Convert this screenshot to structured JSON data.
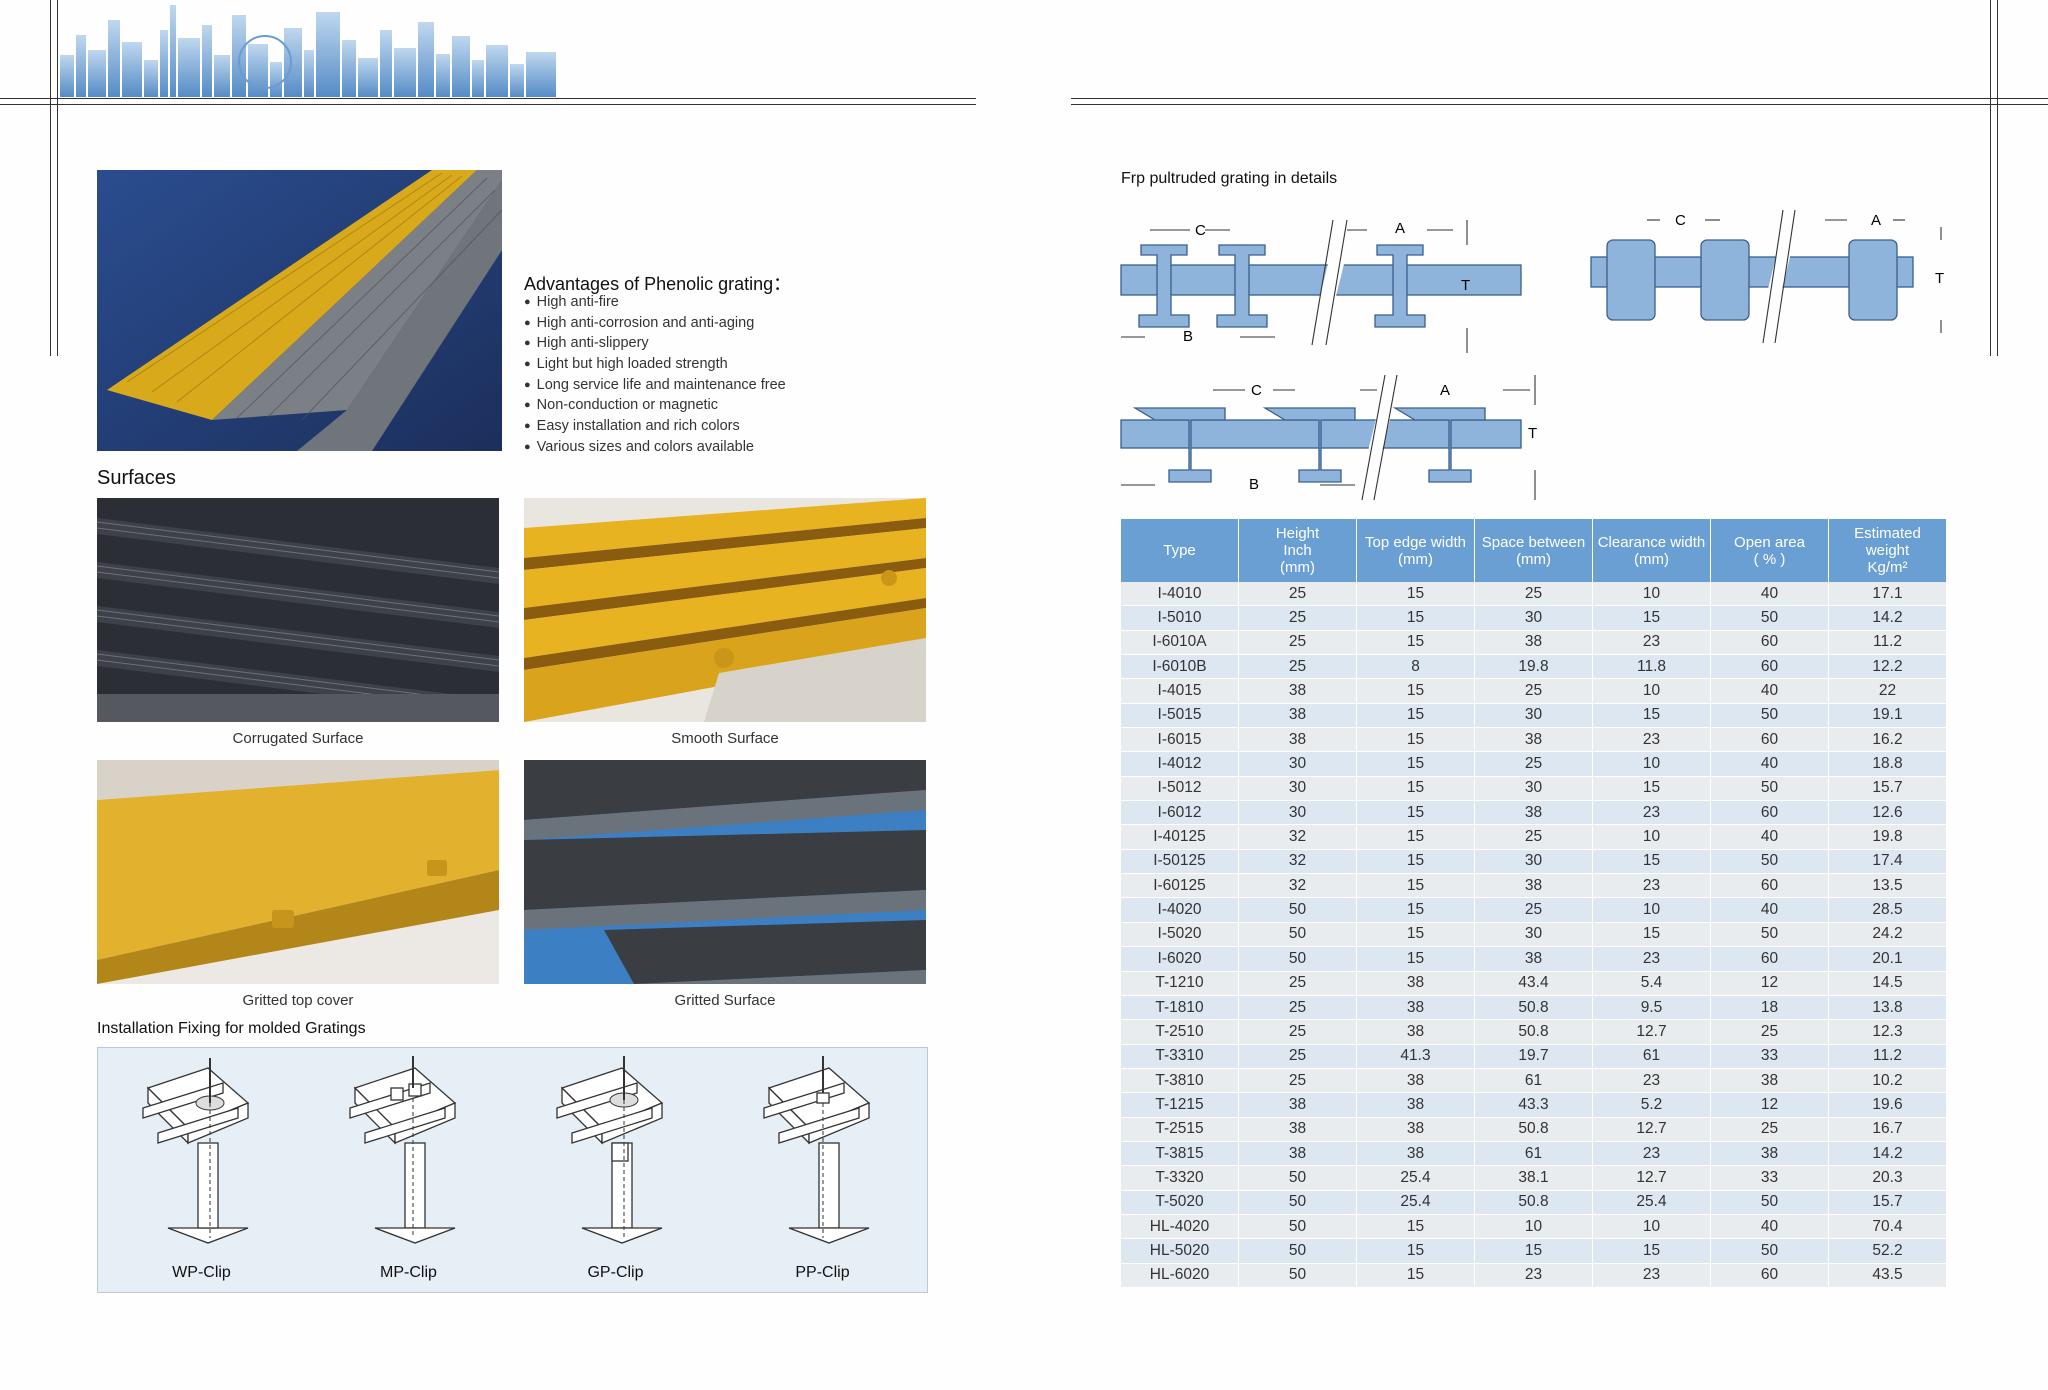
{
  "advantages": {
    "title": "Advantages of Phenolic grating：",
    "items": [
      "High anti-fire",
      "High anti-corrosion and anti-aging",
      "High anti-slippery",
      "Light but high loaded strength",
      "Long service life and maintenance free",
      "Non-conduction or magnetic",
      "Easy installation and rich colors",
      "Various sizes and colors available"
    ]
  },
  "surfaces": {
    "heading": "Surfaces",
    "items": [
      {
        "caption": "Corrugated Surface"
      },
      {
        "caption": "Smooth Surface"
      },
      {
        "caption": "Gritted top  cover"
      },
      {
        "caption": "Gritted Surface"
      }
    ]
  },
  "installation": {
    "heading": "Installation Fixing for molded Gratings",
    "clips": [
      {
        "prefix": "WP",
        "suffix": "-Clip"
      },
      {
        "prefix": "MP",
        "suffix": "-Clip"
      },
      {
        "prefix": "GP",
        "suffix": "-Clip"
      },
      {
        "prefix": "PP",
        "suffix": "-Clip"
      }
    ]
  },
  "details": {
    "heading": "Frp pultruded grating in details",
    "labels": {
      "c": "C",
      "a": "A",
      "b": "B",
      "t": "T"
    }
  },
  "table": {
    "headers": [
      [
        "Type"
      ],
      [
        "Height",
        "Inch",
        "(mm)"
      ],
      [
        "Top edge width",
        "(mm)"
      ],
      [
        "Space between",
        "(mm)"
      ],
      [
        "Clearance width",
        "(mm)"
      ],
      [
        "Open area",
        "( % )"
      ],
      [
        "Estimated",
        "weight",
        "Kg/m²"
      ]
    ],
    "rows": [
      [
        "I-4010",
        "25",
        "15",
        "25",
        "10",
        "40",
        "17.1"
      ],
      [
        "I-5010",
        "25",
        "15",
        "30",
        "15",
        "50",
        "14.2"
      ],
      [
        "I-6010A",
        "25",
        "15",
        "38",
        "23",
        "60",
        "11.2"
      ],
      [
        "I-6010B",
        "25",
        "8",
        "19.8",
        "11.8",
        "60",
        "12.2"
      ],
      [
        "I-4015",
        "38",
        "15",
        "25",
        "10",
        "40",
        "22"
      ],
      [
        "I-5015",
        "38",
        "15",
        "30",
        "15",
        "50",
        "19.1"
      ],
      [
        "I-6015",
        "38",
        "15",
        "38",
        "23",
        "60",
        "16.2"
      ],
      [
        "I-4012",
        "30",
        "15",
        "25",
        "10",
        "40",
        "18.8"
      ],
      [
        "I-5012",
        "30",
        "15",
        "30",
        "15",
        "50",
        "15.7"
      ],
      [
        "I-6012",
        "30",
        "15",
        "38",
        "23",
        "60",
        "12.6"
      ],
      [
        "I-40125",
        "32",
        "15",
        "25",
        "10",
        "40",
        "19.8"
      ],
      [
        "I-50125",
        "32",
        "15",
        "30",
        "15",
        "50",
        "17.4"
      ],
      [
        "I-60125",
        "32",
        "15",
        "38",
        "23",
        "60",
        "13.5"
      ],
      [
        "I-4020",
        "50",
        "15",
        "25",
        "10",
        "40",
        "28.5"
      ],
      [
        "I-5020",
        "50",
        "15",
        "30",
        "15",
        "50",
        "24.2"
      ],
      [
        "I-6020",
        "50",
        "15",
        "38",
        "23",
        "60",
        "20.1"
      ],
      [
        "T-1210",
        "25",
        "38",
        "43.4",
        "5.4",
        "12",
        "14.5"
      ],
      [
        "T-1810",
        "25",
        "38",
        "50.8",
        "9.5",
        "18",
        "13.8"
      ],
      [
        "T-2510",
        "25",
        "38",
        "50.8",
        "12.7",
        "25",
        "12.3"
      ],
      [
        "T-3310",
        "25",
        "41.3",
        "19.7",
        "61",
        "33",
        "11.2"
      ],
      [
        "T-3810",
        "25",
        "38",
        "61",
        "23",
        "38",
        "10.2"
      ],
      [
        "T-1215",
        "38",
        "38",
        "43.3",
        "5.2",
        "12",
        "19.6"
      ],
      [
        "T-2515",
        "38",
        "38",
        "50.8",
        "12.7",
        "25",
        "16.7"
      ],
      [
        "T-3815",
        "38",
        "38",
        "61",
        "23",
        "38",
        "14.2"
      ],
      [
        "T-3320",
        "50",
        "25.4",
        "38.1",
        "12.7",
        "33",
        "20.3"
      ],
      [
        "T-5020",
        "50",
        "25.4",
        "50.8",
        "25.4",
        "50",
        "15.7"
      ],
      [
        "HL-4020",
        "50",
        "15",
        "10",
        "10",
        "40",
        "70.4"
      ],
      [
        "HL-5020",
        "50",
        "15",
        "15",
        "15",
        "50",
        "52.2"
      ],
      [
        "HL-6020",
        "50",
        "15",
        "23",
        "23",
        "60",
        "43.5"
      ]
    ]
  },
  "colors": {
    "accent": "#6a9fd4",
    "profile_fill": "#8fb4dc",
    "grating_yellow": "#e8b320",
    "grating_gray": "#5d666f"
  }
}
